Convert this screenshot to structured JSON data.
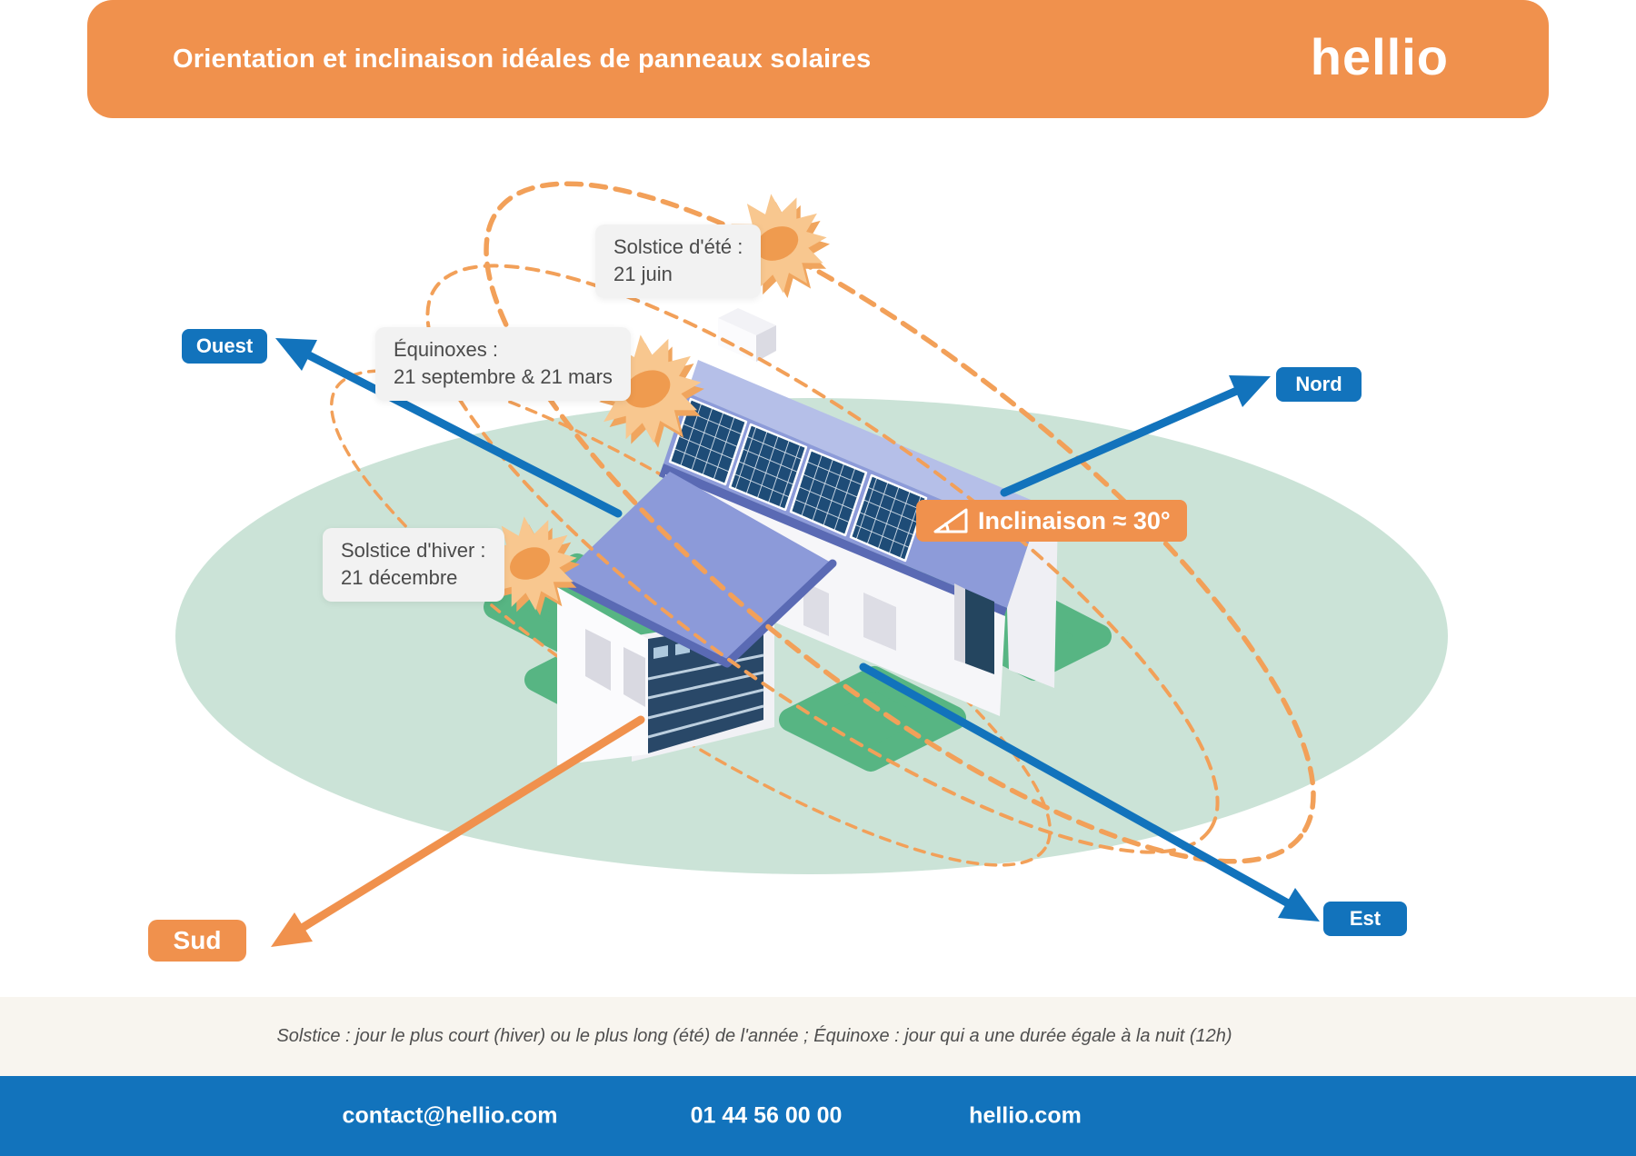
{
  "header": {
    "title": "Orientation et inclinaison idéales de panneaux solaires",
    "logo": "hellio"
  },
  "seasons": [
    {
      "id": "ete",
      "line1": "Solstice d'été :",
      "line2": "21 juin"
    },
    {
      "id": "equinoxes",
      "line1": "Équinoxes :",
      "line2": "21 septembre & 21 mars"
    },
    {
      "id": "hiver",
      "line1": "Solstice d'hiver :",
      "line2": "21 décembre"
    }
  ],
  "directions": {
    "west": "Ouest",
    "north": "Nord",
    "south": "Sud",
    "east": "Est"
  },
  "badge": {
    "label": "Inclinaison ≈ 30°"
  },
  "note": "Solstice : jour le plus court (hiver) ou le plus long (été) de l'année ; Équinoxe : jour qui a une durée égale à la nuit (12h)",
  "footer": {
    "email": "contact@hellio.com",
    "phone": "01 44 56 00 00",
    "website": "hellio.com"
  },
  "colors": {
    "accent_orange": "#F0914D",
    "accent_blue": "#1273BC",
    "sun_path_orange": "#F2A059",
    "ground_light_green": "#CBE3D7",
    "grass_green": "#57B583",
    "roof_periwinkle": "#8C9AD9",
    "solar_panel_navy": "#1E4C77",
    "note_background": "#F8F5EF"
  }
}
